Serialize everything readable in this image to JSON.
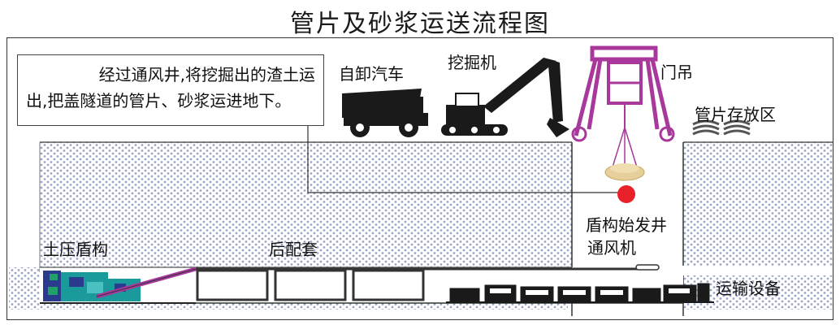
{
  "title": "管片及砂浆运送流程图",
  "note": {
    "line1": "经过通风井,将挖掘出的渣土运",
    "line2": "出,把盖隧道的管片、砂浆运进地下。"
  },
  "labels": {
    "dump_truck": "自卸汽车",
    "excavator": "挖掘机",
    "gantry_crane": "门吊",
    "segment_storage": "管片存放区",
    "shaft": "盾构始发井",
    "fan": "通风机",
    "tbm": "土压盾构",
    "backup": "后配套",
    "transport": "运输设备"
  },
  "colors": {
    "soil_dot": "#9aa6c8",
    "crane": "#a8389c",
    "marker": "#e8202a",
    "tbm_teal": "#1a9a9a",
    "tbm_blue": "#2a3a8c",
    "machine": "#1a1a1a"
  }
}
